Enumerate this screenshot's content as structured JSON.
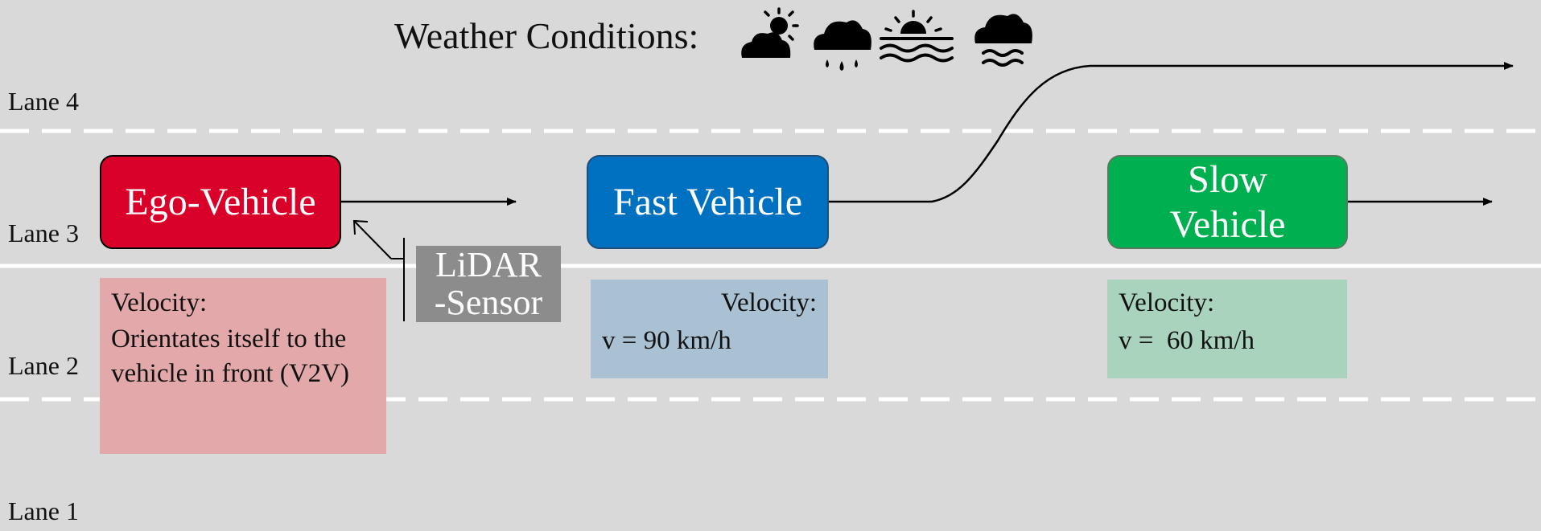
{
  "weather": {
    "label": "Weather Conditions:",
    "icons": [
      "sun-cloud-icon",
      "rain-cloud-icon",
      "sunrise-water-icon",
      "fog-cloud-icon"
    ]
  },
  "lanes": [
    "Lane 4",
    "Lane 3",
    "Lane 2",
    "Lane 1"
  ],
  "sensor": {
    "line1": "LiDAR",
    "line2": "-Sensor"
  },
  "vehicles": {
    "ego": {
      "label": "Ego-Vehicle",
      "color": "#d9002a"
    },
    "fast": {
      "label": "Fast Vehicle",
      "color": "#0070c0"
    },
    "slow": {
      "label1": "Slow",
      "label2": "Vehicle",
      "color": "#00b050"
    }
  },
  "notes": {
    "ego": {
      "line1": "Velocity:",
      "line2": "Orientates itself to the",
      "line3": "vehicle in front (V2V)",
      "color": "#e3a8aa"
    },
    "fast": {
      "line1": "Velocity:",
      "line2": "v = 90 km/h",
      "color": "#a9c1d3"
    },
    "slow": {
      "line1": "Velocity:",
      "line2": "v =  60 km/h",
      "color": "#a9d3bc"
    }
  }
}
